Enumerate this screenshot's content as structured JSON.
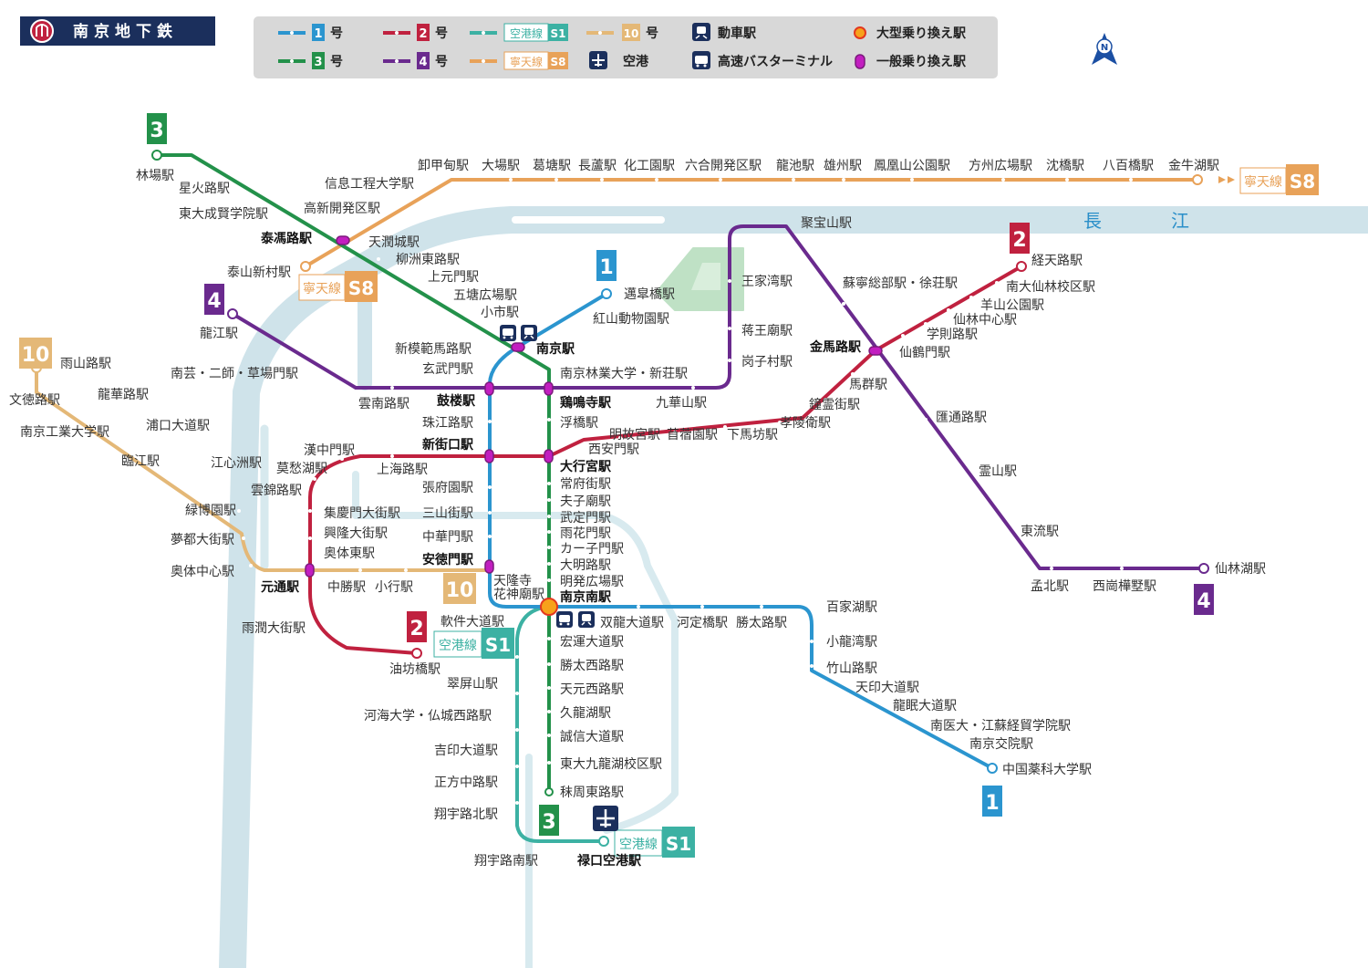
{
  "title": "南京地下鉄",
  "colors": {
    "line1": "#2b95cf",
    "line2": "#c0213f",
    "line3": "#23914a",
    "line4": "#6a2a8e",
    "line10": "#e4b877",
    "lineS1": "#3cb1a3",
    "lineS8": "#e8a259",
    "river": "#cfe3ea",
    "navy": "#1b2f5c",
    "park": "#b5dcbc"
  },
  "legend": {
    "line1_num": "1",
    "line2_num": "2",
    "line3_num": "3",
    "line4_num": "4",
    "line10_num": "10",
    "go": "号",
    "s1_name": "空港線",
    "s1_code": "S1",
    "s8_name": "寧天線",
    "s8_code": "S8",
    "train_station": "動車駅",
    "airport": "空港",
    "bus_terminal": "高速バスターミナル",
    "major_transfer": "大型乗り換え駅",
    "transfer": "一般乗り換え駅"
  },
  "icons": {
    "logo": "nanjing-metro-logo",
    "train": "train-icon",
    "bus": "bus-icon",
    "plane": "plane-icon",
    "compass": "compass-icon"
  },
  "compass_label": "N",
  "river_name": [
    "長",
    "江"
  ],
  "line_labels": {
    "l1": "1",
    "l2": "2",
    "l3": "3",
    "l4": "4",
    "l10": "10",
    "s1_name": "空港線",
    "s1_code": "S1",
    "s8_name": "寧天線",
    "s8_code": "S8"
  },
  "stations": {
    "line1": [
      "邁皐橋駅",
      "紅山動物園駅",
      "南京駅",
      "新模範馬路駅",
      "玄武門駅",
      "鼓楼駅",
      "珠江路駅",
      "新街口駅",
      "張府園駅",
      "三山街駅",
      "中華門駅",
      "安徳門駅",
      "天隆寺",
      "花神廟駅",
      "南京南駅",
      "双龍大道駅",
      "河定橋駅",
      "勝太路駅",
      "百家湖駅",
      "小龍湾駅",
      "竹山路駅",
      "天印大道駅",
      "龍眠大道駅",
      "南医大・江蘇経貿学院駅",
      "南京交院駅",
      "中国薬科大学駅"
    ],
    "line2": [
      "経天路駅",
      "南大仙林校区駅",
      "羊山公園駅",
      "仙林中心駅",
      "学則路駅",
      "仙鶴門駅",
      "金馬路駅",
      "馬群駅",
      "鐘霊街駅",
      "孝陵衛駅",
      "下馬坊駅",
      "苜蓿園駅",
      "明故宮駅",
      "西安門駅",
      "大行宮駅",
      "新街口駅",
      "上海路駅",
      "漢中門駅",
      "莫愁湖駅",
      "雲錦路駅",
      "集慶門大街駅",
      "元通駅",
      "雨潤大街駅",
      "油坊橋駅"
    ],
    "line3": [
      "林場駅",
      "星火路駅",
      "東大成賢学院駅",
      "泰馮路駅",
      "天潤城駅",
      "柳洲東路駅",
      "上元門駅",
      "五塘広場駅",
      "小市駅",
      "南京駅",
      "南京林業大学・新荘駅",
      "鶏鳴寺駅",
      "浮橋駅",
      "大行宮駅",
      "常府街駅",
      "夫子廟駅",
      "武定門駅",
      "雨花門駅",
      "カー子門駅",
      "大明路駅",
      "明発広場駅",
      "南京南駅",
      "宏運大道駅",
      "勝太西路駅",
      "天元西路駅",
      "久龍湖駅",
      "誠信大道駅",
      "東大九龍湖校区駅",
      "秣周東路駅"
    ],
    "line4": [
      "龍江駅",
      "南芸・二師・草場門駅",
      "雲南路駅",
      "鼓楼駅",
      "鶏鳴寺駅",
      "九華山駅",
      "岗子村駅",
      "蒋王廟駅",
      "王家湾駅",
      "聚宝山駅",
      "蘇寧総部駅・徐荘駅",
      "金馬路駅",
      "匯通路駅",
      "霊山駅",
      "東流駅",
      "孟北駅",
      "西崗樺墅駅",
      "仙林湖駅"
    ],
    "line10": [
      "雨山路駅",
      "文徳路駅",
      "龍華路駅",
      "南京工業大学駅",
      "浦口大道駅",
      "臨江駅",
      "江心洲駅",
      "緑博園駅",
      "夢都大街駅",
      "奥体中心駅",
      "元通駅",
      "奥体東駅",
      "興隆大街駅",
      "中勝駅",
      "小行駅",
      "安徳門駅"
    ],
    "s1": [
      "南京南駅",
      "軟件大道駅",
      "翠屏山駅",
      "河海大学・仏城西路駅",
      "吉印大道駅",
      "正方中路駅",
      "翔宇路北駅",
      "翔宇路南駅",
      "禄口空港駅"
    ],
    "s8": [
      "泰山新村駅",
      "泰馮路駅",
      "高新開発区駅",
      "信息工程大学駅",
      "卸甲甸駅",
      "大場駅",
      "葛塘駅",
      "長蘆駅",
      "化工園駅",
      "六合開発区駅",
      "龍池駅",
      "雄州駅",
      "鳳凰山公園駅",
      "方州広場駅",
      "沈橋駅",
      "八百橋駅",
      "金牛湖駅"
    ]
  }
}
